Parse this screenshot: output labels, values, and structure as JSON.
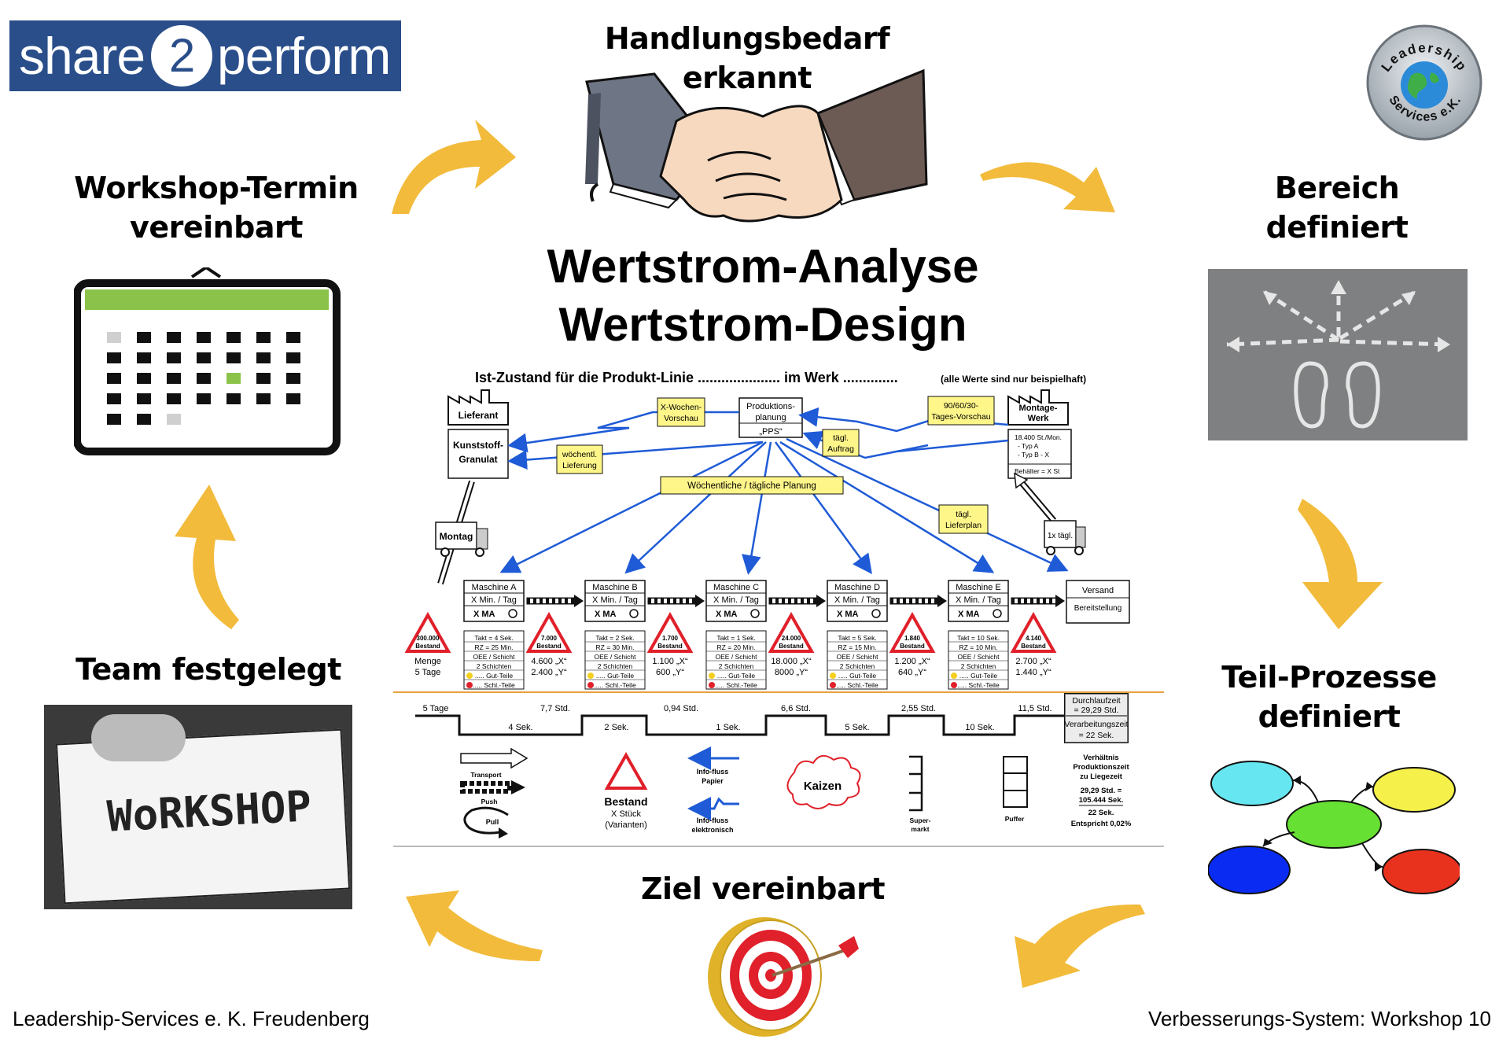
{
  "logo": {
    "part1": "share",
    "number": "2",
    "part2": "perform"
  },
  "badge": {
    "top": "Leadership",
    "bottom": "Services e.K."
  },
  "steps": {
    "top": "Handlungsbedarf erkannt",
    "right_top": [
      "Bereich",
      "definiert"
    ],
    "right_bottom": [
      "Teil-Prozesse",
      "definiert"
    ],
    "bottom": "Ziel vereinbart",
    "left_bottom": "Team festgelegt",
    "left_top": [
      "Workshop-Termin",
      "vereinbart"
    ]
  },
  "main_title": [
    "Wertstrom-Analyse",
    "Wertstrom-Design"
  ],
  "workshop_card": "WoRKSHOP",
  "footer": {
    "left": "Leadership-Services e. K. Freudenberg",
    "right": "Verbesserungs-System: Workshop 10"
  },
  "colors": {
    "arrow": "#f2bb3b",
    "logo_bg": "#2a4e8a",
    "calendar_green": "#8bc34a",
    "vsm_blue": "#1f5bd6",
    "note_yellow": "#fff68a",
    "triangle_red": "#e0202a"
  },
  "vsm": {
    "header": "Ist-Zustand für die Produkt-Linie ..................... im Werk .............. ",
    "header_note": "(alle Werte sind nur beispielhaft)",
    "supplier": {
      "label": "Lieferant",
      "material": [
        "Kunststoff-",
        "Granulat"
      ]
    },
    "plant": {
      "label": [
        "Montage-",
        "Werk"
      ],
      "info": [
        "18.400 St./Mon.",
        "- Typ A",
        "- Typ B - X"
      ],
      "container": "Behälter = X  St"
    },
    "planning": {
      "label": [
        "Produktions-",
        "planung"
      ],
      "system": "„PPS“"
    },
    "notes": {
      "weekly_forecast": [
        "X-Wochen-",
        "Vorschau"
      ],
      "forecast_90": [
        "90/60/30-",
        "Tages-Vorschau"
      ],
      "daily_order": [
        "tägl.",
        "Auftrag"
      ],
      "weekly_delivery": [
        "wöchentl.",
        "Lieferung"
      ],
      "planning_bar": "Wöchentliche / tägliche  Planung",
      "daily_delivery_plan": [
        "tägl.",
        "Lieferplan"
      ]
    },
    "trucks": {
      "in": "Montag",
      "out": "1x tägl."
    },
    "machines": [
      {
        "name": "Maschine A",
        "rate": "X Min. / Tag",
        "staff": "X MA",
        "data": [
          "Takt = 4 Sek.",
          "RZ = 25 Min.",
          "OEE / Schicht",
          "2 Schichten",
          "..... Gut-Teile",
          "..... Schl.-Teile"
        ]
      },
      {
        "name": "Maschine B",
        "rate": "X Min. / Tag",
        "staff": "X MA",
        "data": [
          "Takt = 2 Sek.",
          "RZ = 30 Min.",
          "OEE / Schicht",
          "2 Schichten",
          "..... Gut-Teile",
          "..... Schl.-Teile"
        ]
      },
      {
        "name": "Maschine C",
        "rate": "X Min. / Tag",
        "staff": "X MA",
        "data": [
          "Takt = 1 Sek.",
          "RZ = 20 Min.",
          "OEE / Schicht",
          "2 Schichten",
          "..... Gut-Teile",
          "..... Schl.-Teile"
        ]
      },
      {
        "name": "Maschine D",
        "rate": "X Min. / Tag",
        "staff": "X MA",
        "data": [
          "Takt = 5 Sek.",
          "RZ = 15 Min.",
          "OEE / Schicht",
          "2 Schichten",
          "..... Gut-Teile",
          "..... Schl.-Teile"
        ]
      },
      {
        "name": "Maschine E",
        "rate": "X Min. / Tag",
        "staff": "X MA",
        "data": [
          "Takt = 10 Sek.",
          "RZ = 10 Min.",
          "OEE / Schicht",
          "2 Schichten",
          "..... Gut-Teile",
          "..... Schl.-Teile"
        ]
      }
    ],
    "shipping": [
      "Versand",
      "Bereitstellung"
    ],
    "inventories": [
      {
        "value": "300.000",
        "label": "Bestand",
        "sub": [
          "Menge",
          "5 Tage"
        ]
      },
      {
        "value": "7.000",
        "label": "Bestand",
        "sub": [
          "4.600 „X“",
          "2.400 „Y“"
        ]
      },
      {
        "value": "1.700",
        "label": "Bestand",
        "sub": [
          "1.100 „X“",
          "600 „Y“"
        ]
      },
      {
        "value": "24.000",
        "label": "Bestand",
        "sub": [
          "18.000 „X“",
          "8000 „Y“"
        ]
      },
      {
        "value": "1.840",
        "label": "Bestand",
        "sub": [
          "1.200 „X“",
          "640 „Y“"
        ]
      },
      {
        "value": "4.140",
        "label": "Bestand",
        "sub": [
          "2.700 „X“",
          "1.440 „Y“"
        ]
      }
    ],
    "timeline": {
      "upper": [
        "5 Tage",
        "7,7 Std.",
        "0,94 Std.",
        "6,6 Std.",
        "2,55 Std.",
        "11,5 Std."
      ],
      "lower": [
        "4 Sek.",
        "2 Sek.",
        "1 Sek.",
        "5 Sek.",
        "10 Sek."
      ],
      "lead_time": [
        "Durchlaufzeit",
        "= 29,29 Std."
      ],
      "processing_time": [
        "Verarbeitungszeit",
        "= 22 Sek."
      ]
    },
    "legend": {
      "transport": "Transport",
      "push": "Push",
      "pull": "Pull",
      "inventory": [
        "Bestand",
        "X Stück",
        "(Varianten)"
      ],
      "info_paper": [
        "Info-fluss",
        "Papier"
      ],
      "info_electronic": [
        "Info-fluss",
        "elektronisch"
      ],
      "kaizen": "Kaizen",
      "supermarket": [
        "Super-",
        "markt"
      ],
      "buffer": "Puffer",
      "ratio": [
        "Verhältnis",
        "Produktionszeit",
        "zu Liegezeit",
        "29,29 Std. =",
        "105.444 Sek.",
        "22 Sek.",
        "Entspricht 0,02%"
      ]
    }
  }
}
